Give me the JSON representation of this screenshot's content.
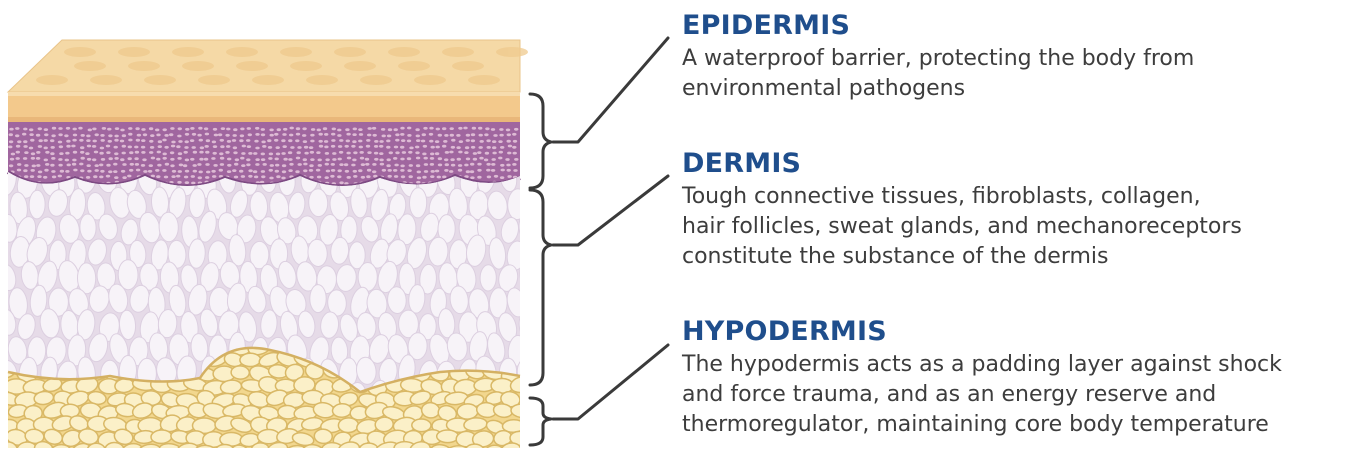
{
  "layers": [
    {
      "key": "epidermis",
      "title": "EPIDERMIS",
      "description": "A waterproof barrier, protecting the body from\nenvironmental pathogens"
    },
    {
      "key": "dermis",
      "title": "DERMIS",
      "description": "Tough connective tissues, fibroblasts, collagen,\nhair follicles, sweat glands, and mechanoreceptors\nconstitute the substance of the dermis"
    },
    {
      "key": "hypodermis",
      "title": "HYPODERMIS",
      "description": "The hypodermis acts as a padding layer against shock\nand force trauma, and as an energy reserve and\nthermoregulator, maintaining core body temperature"
    }
  ],
  "colors": {
    "title": "#1f4e8c",
    "text": "#3d3d3d",
    "bracket": "#3a3a3a",
    "epidermis_top": "#f5d9a6",
    "epidermis_face": "#f3c98c",
    "epidermis_purple": "#a0669f",
    "dermis": "#e6dbe8",
    "dermis_cell": "#f7f3f8",
    "hypodermis": "#f2d78e",
    "hypodermis_cell": "#fbf0c8"
  }
}
